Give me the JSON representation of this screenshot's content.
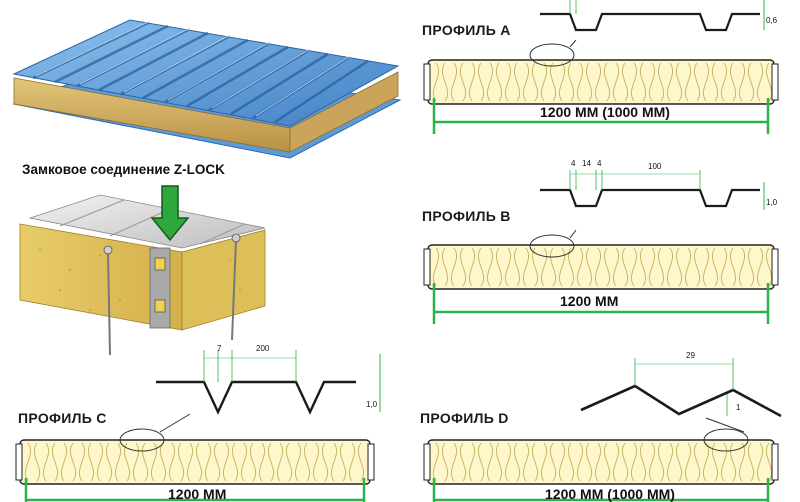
{
  "zlock_caption": "Замковое соединение Z-LOCK",
  "profiles": [
    {
      "key": "a",
      "label": "ПРОФИЛЬ A",
      "width_label": "1200 ММ (1000 ММ)",
      "thickness": "0,6",
      "dims": []
    },
    {
      "key": "b",
      "label": "ПРОФИЛЬ B",
      "width_label": "1200 ММ",
      "thickness": "1,0",
      "dims": [
        "4",
        "14",
        "4",
        "100"
      ]
    },
    {
      "key": "c",
      "label": "ПРОФИЛЬ C",
      "width_label": "1200 ММ",
      "thickness": "1,0",
      "dims": [
        "7",
        "200"
      ]
    },
    {
      "key": "d",
      "label": "ПРОФИЛЬ D",
      "width_label": "1200 ММ (1000 ММ)",
      "thickness": "1",
      "dims": [
        "29"
      ]
    }
  ],
  "colors": {
    "dimension": "#2bb34a",
    "outline": "#222222",
    "insulation_fill": "#fff7cc",
    "insulation_line": "#c9b66a",
    "roof_blue": "#4f8fcf",
    "arrow": "#2ea83c"
  }
}
